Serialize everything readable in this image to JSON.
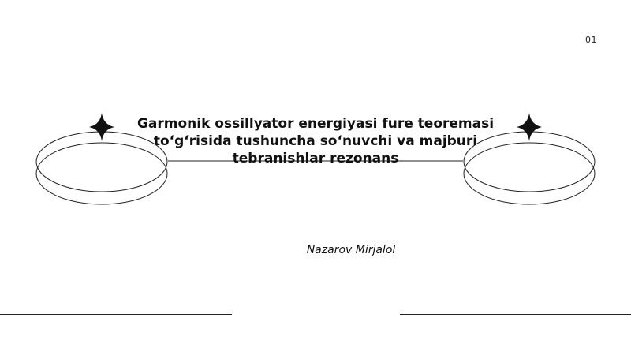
{
  "slide": {
    "page_number": "01",
    "title": "Garmonik ossillyator energiyasi fure teoremasi to‘g‘risida tushuncha so‘nuvchi va majburi tebranishlar rezonans",
    "author": "Nazarov Mirjalol"
  },
  "colors": {
    "background": "#ffffff",
    "ink": "#111111"
  },
  "icons": [
    "sparkle-star-icon",
    "ring-ellipse-icon"
  ]
}
